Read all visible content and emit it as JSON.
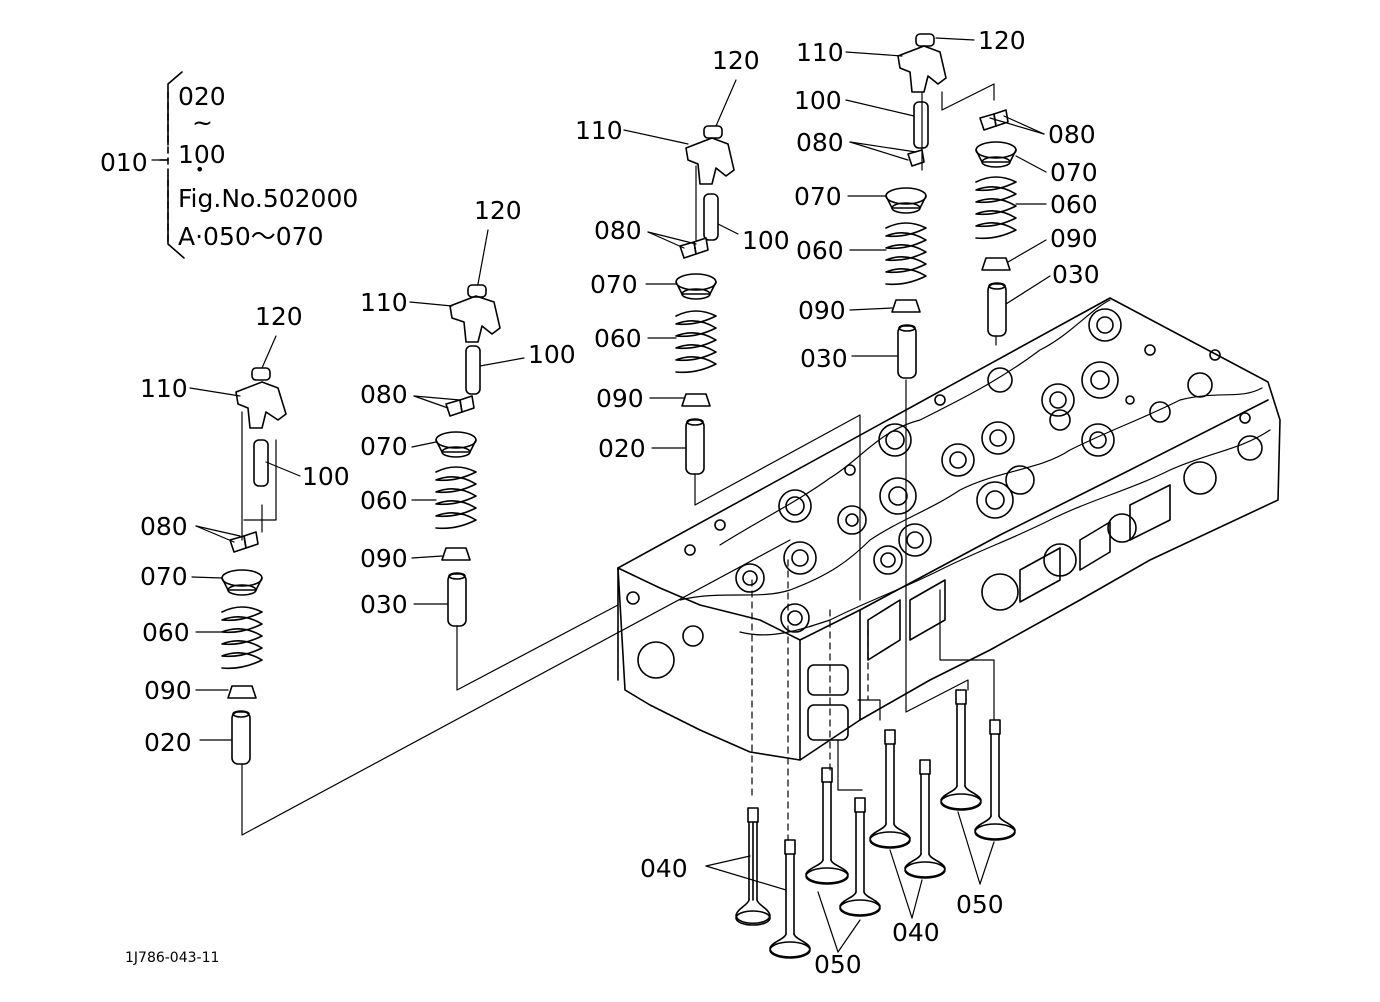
{
  "assembly_note": {
    "ref": "010",
    "line1": "020",
    "tilde": "~",
    "line2": "100",
    "dot": "•",
    "line3": "Fig.No.502000",
    "line4": "A·050～070"
  },
  "labels": {
    "p010": "010",
    "p020": "020",
    "p030": "030",
    "p040": "040",
    "p050": "050",
    "p060": "060",
    "p070": "070",
    "p080": "080",
    "p090": "090",
    "p100": "100",
    "p110": "110",
    "p120": "120"
  },
  "drawing_code": "1J786-043-11"
}
